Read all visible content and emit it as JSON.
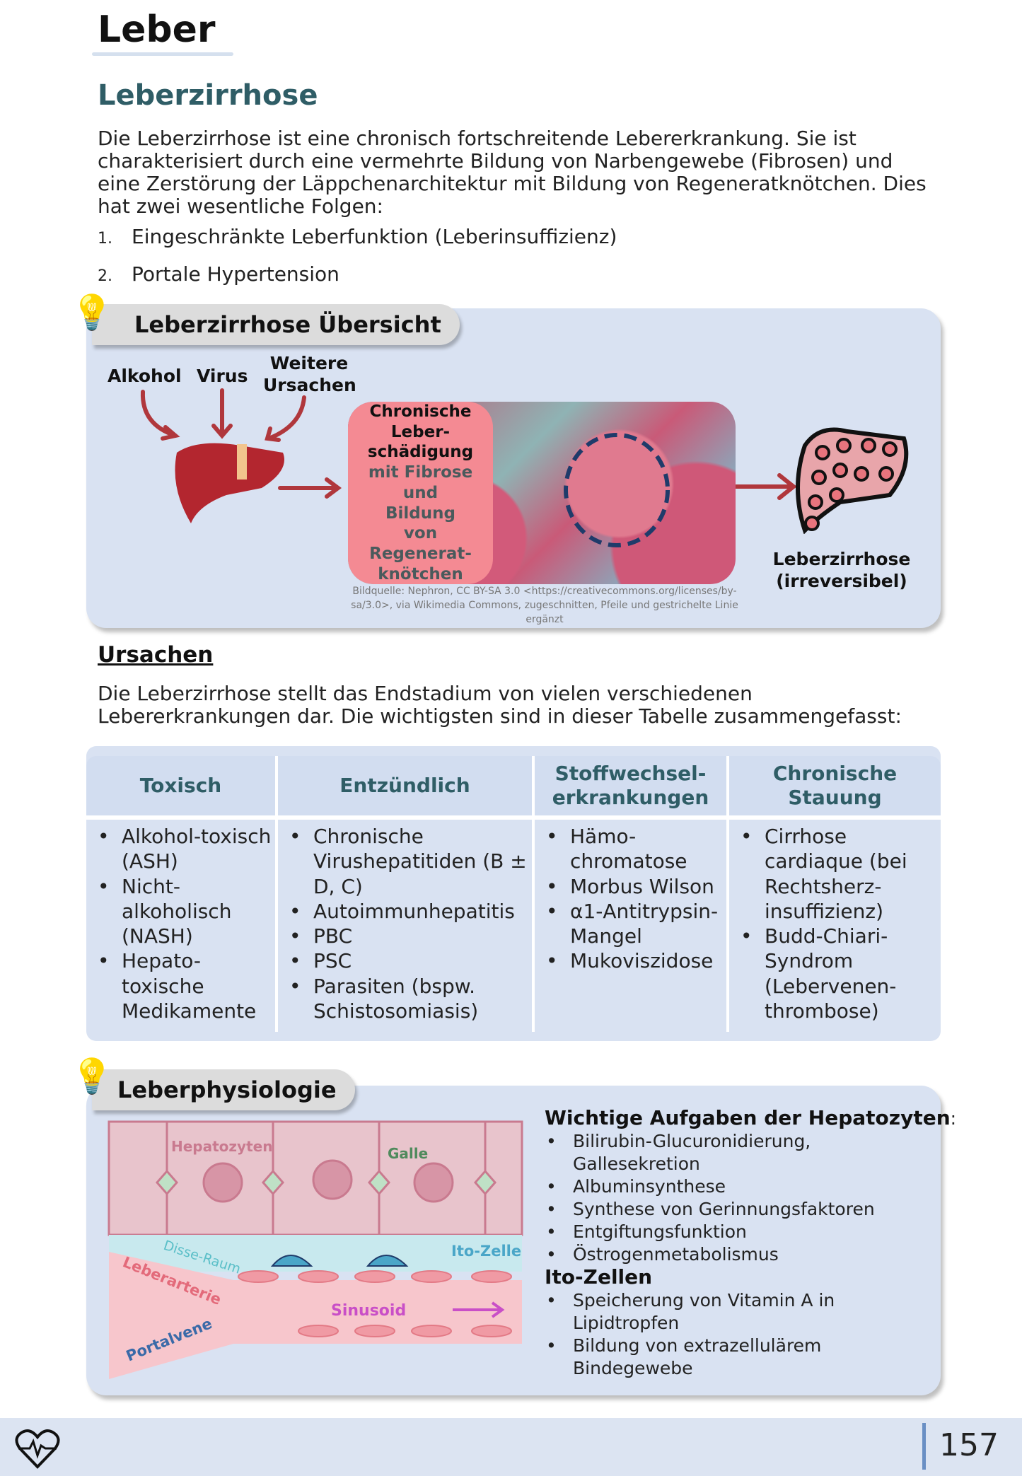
{
  "title": "Leber",
  "section": {
    "heading": "Leberzirrhose",
    "intro": "Die Leberzirrhose ist eine chronisch fortschreitende Lebererkrankung. Sie ist charakterisiert durch eine vermehrte Bildung von Narbengewebe (Fibrosen) und eine Zerstörung der Läppchenarchitektur mit Bildung von Regeneratknötchen. Dies hat zwei wesentliche Folgen:",
    "list": [
      {
        "n": "1.",
        "text": "Eingeschränkte Leberfunktion (Leberinsuffizienz)"
      },
      {
        "n": "2.",
        "text": "Portale Hypertension"
      }
    ]
  },
  "overview": {
    "title": "Leberzirrhose Übersicht",
    "causes": [
      "Alkohol",
      "Virus",
      "Weitere Ursachen"
    ],
    "histo_lines": [
      {
        "t": "Chronische",
        "c": "#111"
      },
      {
        "t": "Leber-",
        "c": "#111"
      },
      {
        "t": "schädigung",
        "c": "#111"
      },
      {
        "t": "mit Fibrose",
        "c": "#4a5a5c"
      },
      {
        "t": "und",
        "c": "#4a5a5c"
      },
      {
        "t": "Bildung",
        "c": "#4a5a5c"
      },
      {
        "t": "von",
        "c": "#4a5a5c"
      },
      {
        "t": "Regenerat-",
        "c": "#4a5a5c"
      },
      {
        "t": "knötchen",
        "c": "#4a5a5c"
      }
    ],
    "result": "Leberzirrhose (irreversibel)",
    "credit": "Bildquelle: Nephron, CC BY-SA 3.0 <https://creativecommons.org/licenses/by-sa/3.0>, via Wikimedia Commons, zugeschnitten, Pfeile und gestrichelte Linie ergänzt"
  },
  "causes_section": {
    "heading": "Ursachen",
    "text": "Die Leberzirrhose stellt das Endstadium von vielen verschiedenen Lebererkrankungen dar. Die wichtigsten sind in dieser Tabelle zusammengefasst:",
    "table": {
      "headers": [
        "Toxisch",
        "Entzündlich",
        "Stoffwechsel-erkrankungen",
        "Chronische Stauung"
      ],
      "cols": [
        [
          "Alkohol-toxisch (ASH)",
          "Nicht-alkoholisch (NASH)",
          "Hepato-toxische Medikamente"
        ],
        [
          "Chronische Virushepatitiden (B ± D, C)",
          "Autoimmunhepatitis",
          "PBC",
          "PSC",
          "Parasiten (bspw. Schistosomiasis)"
        ],
        [
          "Hämo-chromatose",
          "Morbus Wilson",
          "α1-Antitrypsin-Mangel",
          "Mukoviszidose"
        ],
        [
          "Cirrhose cardiaque (bei Rechtsherz-insuffizienz)",
          "Budd-Chiari-Syndrom (Lebervenen-thrombose)"
        ]
      ]
    }
  },
  "physiology": {
    "title": "Leberphysiologie",
    "diagram_labels": {
      "hepatocytes": "Hepatozyten",
      "bile": "Galle",
      "disse": "Disse-Raum",
      "ito": "Ito-Zelle",
      "artery": "Leberarterie",
      "sinusoid": "Sinusoid",
      "portal": "Portalvene"
    },
    "tasks_heading": "Wichtige Aufgaben der Hepatozyten",
    "tasks": [
      "Bilirubin-Glucuronidierung, Gallesekretion",
      "Albuminsynthese",
      "Synthese von Gerinnungsfaktoren",
      "Entgiftungsfunktion",
      "Östrogenmetabolismus"
    ],
    "ito_heading": "Ito-Zellen",
    "ito": [
      "Speicherung von Vitamin A in Lipidtropfen",
      "Bildung von extrazellulärem Bindegewebe"
    ]
  },
  "footer": {
    "page": "157",
    "icon": "heart-pulse-icon"
  }
}
